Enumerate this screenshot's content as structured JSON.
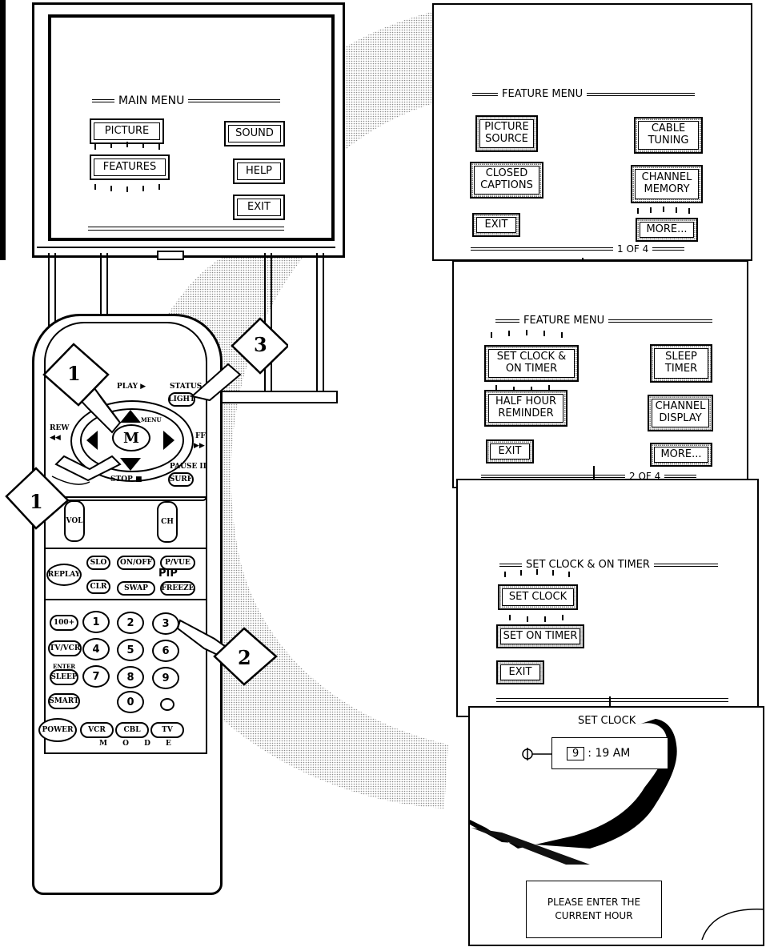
{
  "main_menu": {
    "title": "MAIN MENU",
    "buttons": {
      "picture": "PICTURE",
      "features": "FEATURES",
      "sound": "SOUND",
      "help": "HELP",
      "exit": "EXIT"
    }
  },
  "feature_menu_1": {
    "title": "FEATURE MENU",
    "picture_source": "PICTURE SOURCE",
    "cable_tuning": "CABLE TUNING",
    "closed_captions": "CLOSED CAPTIONS",
    "channel_memory": "CHANNEL MEMORY",
    "exit": "EXIT",
    "more": "MORE...",
    "page": "1 OF 4"
  },
  "feature_menu_2": {
    "title": "FEATURE MENU",
    "set_clock_on_timer": "SET CLOCK & ON TIMER",
    "sleep_timer": "SLEEP TIMER",
    "half_hour_reminder": "HALF HOUR REMINDER",
    "channel_display": "CHANNEL DISPLAY",
    "exit": "EXIT",
    "more": "MORE...",
    "page": "2 OF 4"
  },
  "set_clock_menu": {
    "title": "SET CLOCK & ON TIMER",
    "set_clock": "SET CLOCK",
    "set_on_timer": "SET ON TIMER",
    "exit": "EXIT"
  },
  "set_clock_screen": {
    "title": "SET CLOCK",
    "hour": "9",
    "time_rest": ": 19 AM",
    "prompt": "PLEASE ENTER THE CURRENT HOUR"
  },
  "remote": {
    "play": "PLAY ▶",
    "status": "STATUS",
    "light": "LIGHT",
    "menu": "MENU",
    "m": "M",
    "rew": "REW",
    "rew_arrows": "◀◀",
    "ff": "FF",
    "ff_arrows": "▶▶",
    "pause": "PAUSE II",
    "surf": "SURF",
    "stop": "STOP ■",
    "vol": "VOL",
    "ch": "CH",
    "replay": "REPLAY",
    "slo": "SLO",
    "clr": "CLR",
    "on_off": "ON/OFF",
    "p_vue": "P/VUE",
    "pip": "PIP",
    "swap": "SWAP",
    "freeze": "FREEZE",
    "hundred_plus": "100+",
    "tv_vcr": "TV/VCR",
    "enter": "ENTER",
    "sleep": "SLEEP",
    "smart": "SMART",
    "power": "POWER",
    "vcr": "VCR",
    "cbl": "CBL",
    "tv": "TV",
    "mode": "M O D E",
    "digits": [
      "1",
      "2",
      "3",
      "4",
      "5",
      "6",
      "7",
      "8",
      "9",
      "0"
    ]
  },
  "callouts": {
    "step1": "1",
    "step2": "2",
    "step3": "3",
    "step1b": "1"
  }
}
